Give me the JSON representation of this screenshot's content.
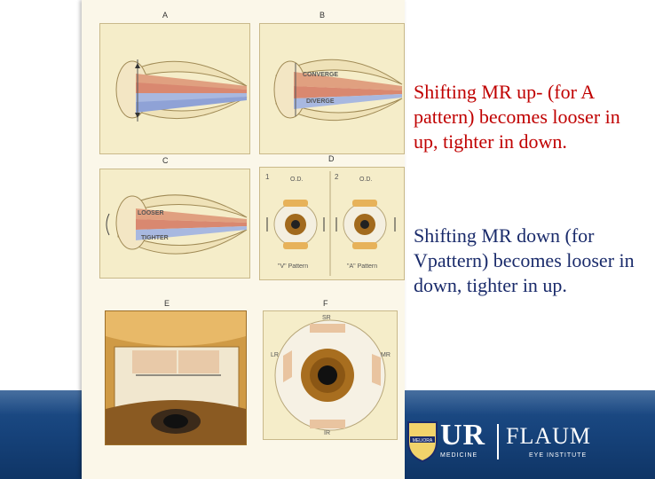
{
  "figure": {
    "panel_labels": [
      "A",
      "B",
      "C",
      "D",
      "E",
      "F"
    ],
    "panel_b_muscle_labels": [
      "CONVERGE",
      "DIVERGE"
    ],
    "panel_c_muscle_labels": [
      "LOOSER",
      "TIGHTER"
    ],
    "panel_d": {
      "sub_labels": [
        "1",
        "2"
      ],
      "eye_labels": [
        "O.D.",
        "O.D."
      ],
      "captions": [
        "\"V\" Pattern",
        "\"A\" Pattern"
      ]
    },
    "panel_f_labels": [
      "SR",
      "LR",
      "MR",
      "IR"
    ]
  },
  "text": {
    "paragraph1": "Shifting MR up- (for A pattern) becomes looser in up, tighter in down.",
    "paragraph2": "Shifting MR down (for Vpattern) becomes looser in down, tighter in up."
  },
  "logo": {
    "ur": "UR",
    "flaum": "FLAUM",
    "medicine": "MEDICINE",
    "eye_institute": "EYE INSTITUTE",
    "seal_text": "MELIORA"
  },
  "colors": {
    "footer_blue": "#1f4f8a",
    "text_red": "#c00000",
    "text_navy": "#1a2b6b",
    "page_cream": "#fbf7e9"
  }
}
